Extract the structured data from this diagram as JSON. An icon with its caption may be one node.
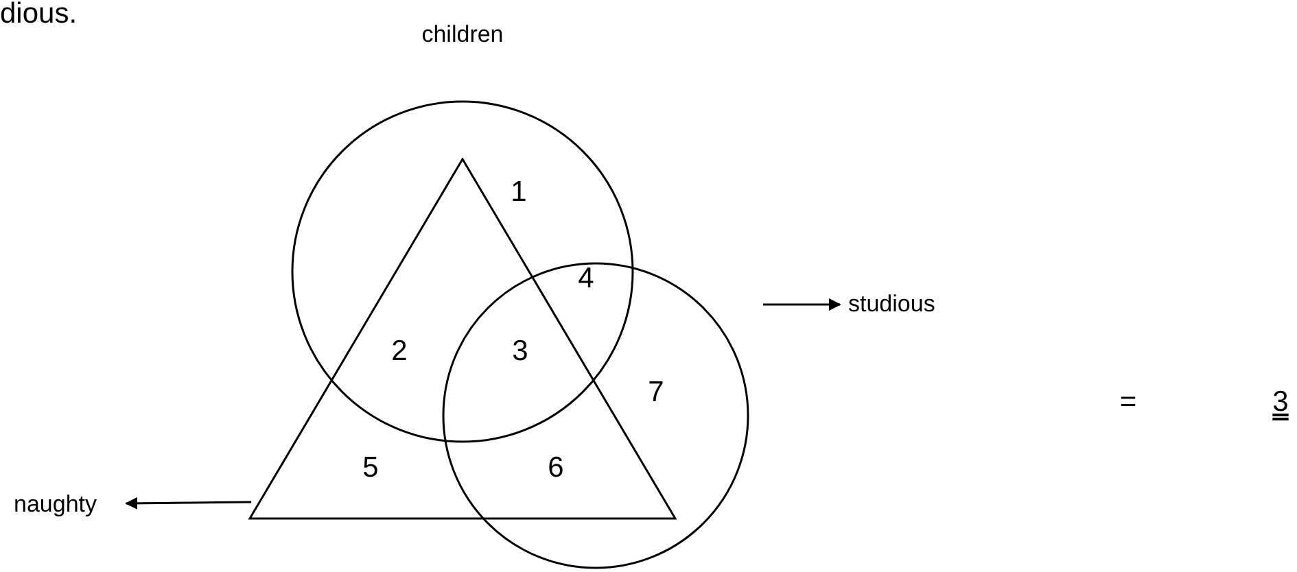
{
  "diagram": {
    "nodes": [
      {
        "text": [
          "children"
        ]
      },
      {
        "text": [],
        "shape": "triangle"
      },
      {
        "text": [],
        "shape": "circle"
      },
      {
        "text": [
          "studious"
        ]
      },
      {
        "text": [
          "naughty"
        ]
      }
    ],
    "edges": [
      {
        "from": 2,
        "to": 3,
        "arrow": "to"
      },
      {
        "from": 1,
        "to": 4,
        "arrow": "to"
      }
    ],
    "labels": [
      "dious.",
      "1",
      "4",
      "2",
      "3",
      "7",
      "=",
      "5",
      "6",
      "3"
    ]
  }
}
